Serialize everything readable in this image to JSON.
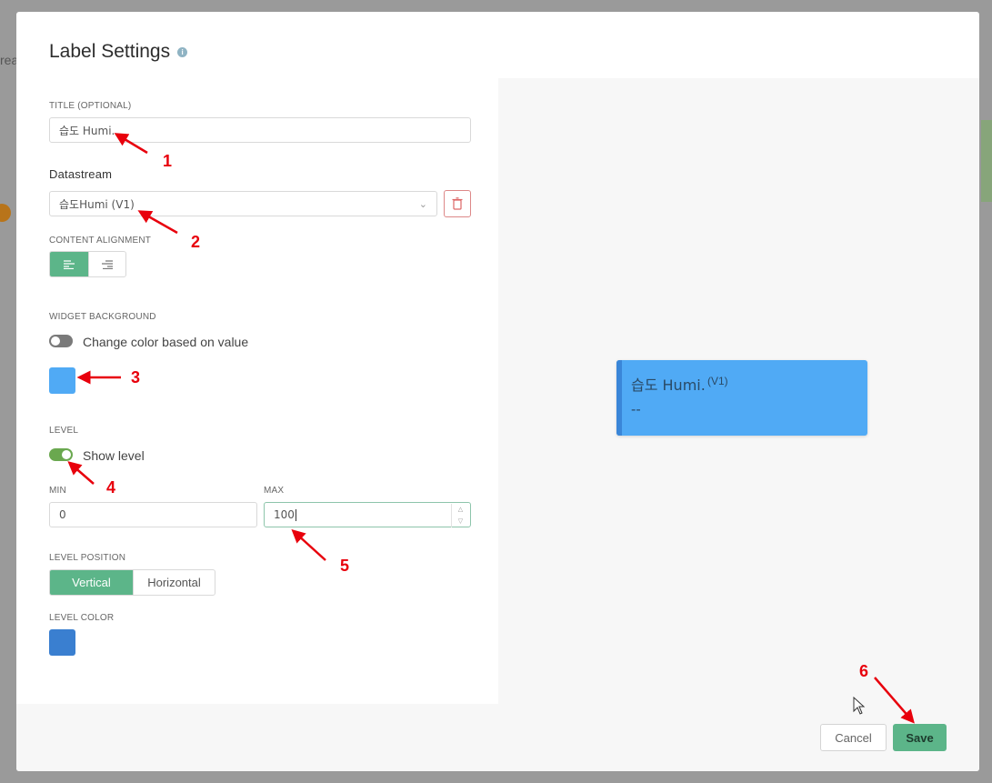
{
  "background": {
    "crumb_fragment": "rea"
  },
  "modal": {
    "title": "Label Settings",
    "title_field": {
      "label": "TITLE (OPTIONAL)",
      "value": "습도 Humi."
    },
    "datastream": {
      "label": "Datastream",
      "value": "습도Humi (V1)"
    },
    "content_alignment": {
      "label": "CONTENT ALIGNMENT",
      "selected": "left"
    },
    "widget_background": {
      "label": "WIDGET BACKGROUND",
      "toggle_text": "Change color based on value",
      "toggle_on": false,
      "color": "#50aaf5"
    },
    "level": {
      "label": "LEVEL",
      "toggle_text": "Show level",
      "toggle_on": true,
      "min_label": "MIN",
      "min_value": "0",
      "max_label": "MAX",
      "max_value": "100"
    },
    "level_position": {
      "label": "LEVEL POSITION",
      "options": [
        "Vertical",
        "Horizontal"
      ],
      "selected": "Vertical"
    },
    "level_color": {
      "label": "LEVEL COLOR",
      "color": "#3a7fd0"
    },
    "preview": {
      "title": "습도 Humi.",
      "pin": "(V1)",
      "value": "--"
    },
    "buttons": {
      "cancel": "Cancel",
      "save": "Save"
    }
  },
  "annotations": [
    "1",
    "2",
    "3",
    "4",
    "5",
    "6"
  ],
  "colors": {
    "accent": "#5cb589",
    "annotation": "#e8000c",
    "delete_border": "#dd8888",
    "toggle_on": "#6aa84f",
    "toggle_off": "#7a7a7a"
  }
}
